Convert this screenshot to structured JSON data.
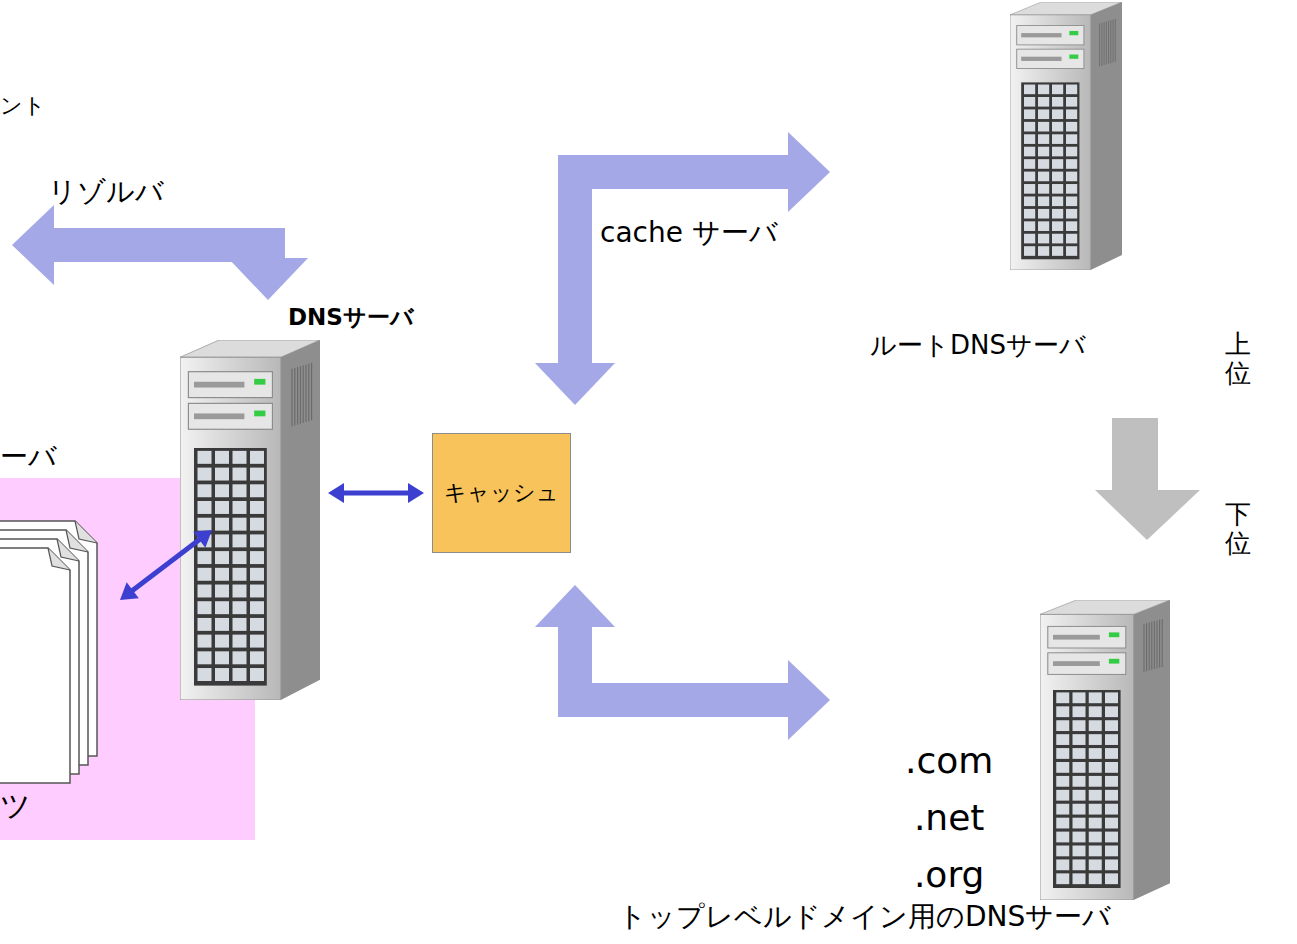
{
  "diagram": {
    "nodes": [
      {
        "text": [
          "ント"
        ]
      },
      {
        "text": [
          "DNSサーバ"
        ]
      },
      {
        "text": [
          "ーバ",
          "ツ"
        ]
      },
      {
        "text": [
          "キャッシュ"
        ]
      },
      {
        "text": [
          "ルートDNSサーバ"
        ]
      },
      {
        "text": [
          ".com .net .org",
          "トップレベルドメイン用のDNSサーバ"
        ]
      }
    ],
    "edges": [
      {
        "from": 1,
        "to": 0,
        "arrow": "both",
        "label": "リゾルバ"
      },
      {
        "from": 1,
        "to": 2,
        "arrow": "both"
      },
      {
        "from": 1,
        "to": 3,
        "arrow": "both"
      },
      {
        "from": 3,
        "to": 4,
        "arrow": "both",
        "label": "cache サーバ"
      },
      {
        "from": 3,
        "to": 5,
        "arrow": "both"
      }
    ],
    "labels": [
      "上位",
      "下位"
    ]
  }
}
